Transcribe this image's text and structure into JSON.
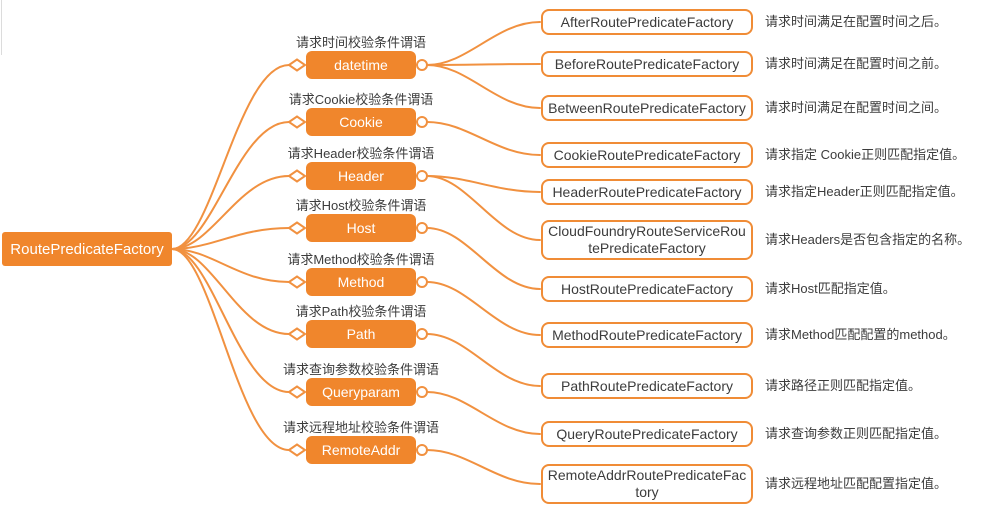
{
  "colors": {
    "node_fill": "#F0862C",
    "connector": "#F19140",
    "leaf_border": "#F08C36",
    "node_text": "#FFFFFF",
    "text": "#3C3C3C",
    "background": "#FFFFFF"
  },
  "root": {
    "label": "RoutePredicateFactory"
  },
  "branches": [
    {
      "label": "datetime",
      "caption": "请求时间校验条件谓语"
    },
    {
      "label": "Cookie",
      "caption": "请求Cookie校验条件谓语"
    },
    {
      "label": "Header",
      "caption": "请求Header校验条件谓语"
    },
    {
      "label": "Host",
      "caption": "请求Host校验条件谓语"
    },
    {
      "label": "Method",
      "caption": "请求Method校验条件谓语"
    },
    {
      "label": "Path",
      "caption": "请求Path校验条件谓语"
    },
    {
      "label": "Queryparam",
      "caption": "请求查询参数校验条件谓语"
    },
    {
      "label": "RemoteAddr",
      "caption": "请求远程地址校验条件谓语"
    }
  ],
  "leaves": [
    {
      "parent": "datetime",
      "label": "AfterRoutePredicateFactory",
      "description": "请求时间满足在配置时间之后。"
    },
    {
      "parent": "datetime",
      "label": "BeforeRoutePredicateFactory",
      "description": "请求时间满足在配置时间之前。"
    },
    {
      "parent": "datetime",
      "label": "BetweenRoutePredicateFactory",
      "description": "请求时间满足在配置时间之间。"
    },
    {
      "parent": "Cookie",
      "label": "CookieRoutePredicateFactory",
      "description": "请求指定 Cookie正则匹配指定值。"
    },
    {
      "parent": "Header",
      "label": "HeaderRoutePredicateFactory",
      "description": "请求指定Header正则匹配指定值。"
    },
    {
      "parent": "Header",
      "label": "CloudFoundryRouteServiceRoutePredicateFactory",
      "description": "请求Headers是否包含指定的名称。"
    },
    {
      "parent": "Host",
      "label": "HostRoutePredicateFactory",
      "description": "请求Host匹配指定值。"
    },
    {
      "parent": "Method",
      "label": "MethodRoutePredicateFactory",
      "description": "请求Method匹配配置的method。"
    },
    {
      "parent": "Path",
      "label": "PathRoutePredicateFactory",
      "description": "请求路径正则匹配指定值。"
    },
    {
      "parent": "Queryparam",
      "label": "QueryRoutePredicateFactory",
      "description": "请求查询参数正则匹配指定值。"
    },
    {
      "parent": "RemoteAddr",
      "label": "RemoteAddrRoutePredicateFactory",
      "description": "请求远程地址匹配配置指定值。"
    }
  ]
}
